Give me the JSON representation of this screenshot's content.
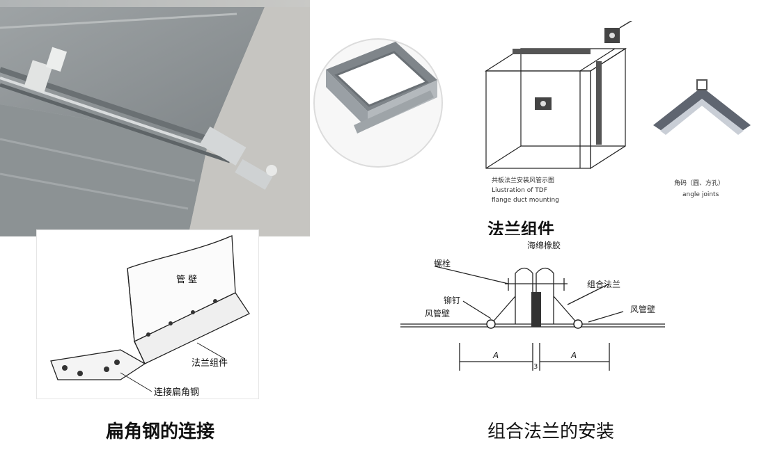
{
  "photo": {
    "alt": "duct-flange-photo"
  },
  "tdf": {
    "caption_cn": "共板法兰安装风管示图",
    "caption_en_1": "Liustration of TDF",
    "caption_en_2": "flange duct mounting",
    "angle_cn": "角码（圆、方孔）",
    "angle_en": "angle joints",
    "section_title": "法兰组件"
  },
  "flatbar": {
    "wall_label": "管  壁",
    "assembly_label": "法兰组件",
    "connect_label": "连接扁角钢",
    "caption": "扁角钢的连接"
  },
  "install": {
    "sponge_label": "海绵橡胶",
    "bolt_label": "螺栓",
    "combo_label": "组合法兰",
    "rivet_label": "铆钉",
    "wall_left_label": "风管壁",
    "wall_right_label": "风管壁",
    "dim_a_left": "A",
    "dim_a_right": "A",
    "dim_mid": "3",
    "caption": "组合法兰的安装"
  },
  "colors": {
    "photo_bg": "#b9bcbd",
    "metal": "#8a9093",
    "line": "#222222"
  }
}
